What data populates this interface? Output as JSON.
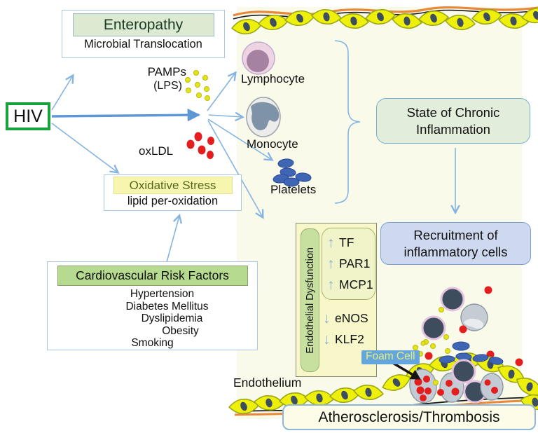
{
  "nodes": {
    "hiv": {
      "label": "HIV"
    },
    "enteropathy": {
      "title": "Enteropathy",
      "subtitle": "Microbial Translocation"
    },
    "pamps": {
      "line1": "PAMPs",
      "line2": "(LPS)"
    },
    "oxldl": {
      "label": "oxLDL"
    },
    "oxidative_stress": {
      "title": "Oxidative Stress",
      "subtitle": "lipid per-oxidation"
    },
    "risk_factors": {
      "title": "Cardiovascular Risk Factors",
      "items": [
        "Hypertension",
        "Diabetes Mellitus",
        "Dyslipidemia",
        "Obesity",
        "Smoking"
      ]
    },
    "blood_cells": {
      "lymphocyte": "Lymphocyte",
      "monocyte": "Monocyte",
      "platelets": "Platelets"
    },
    "chronic_inflammation": {
      "label": "State of Chronic Inflammation"
    },
    "recruitment": {
      "label": "Recruitment of inflammatory cells"
    },
    "endothelial_dysfunction": {
      "label": "Endothelial Dysfunction",
      "upregulated": [
        "TF",
        "PAR1",
        "MCP1"
      ],
      "downregulated": [
        "eNOS",
        "KLF2"
      ]
    },
    "foam_cell": {
      "label": "Foam Cell"
    },
    "endothelium": {
      "label": "Endothelium"
    },
    "outcome": {
      "label": "Atherosclerosis/Thrombosis"
    }
  },
  "icons": {
    "up_arrow": "↑",
    "down_arrow": "↓"
  },
  "colors": {
    "hiv_border": "#17a23b",
    "arrow_blue": "#85b4e2",
    "endothelial_cell_yellow": "#eef00c",
    "platelet_blue": "#3f66b4",
    "oxldl_red": "#e41e1e",
    "lps_yellow": "#e4e41e",
    "panel_ivory": "#fafaeb"
  }
}
